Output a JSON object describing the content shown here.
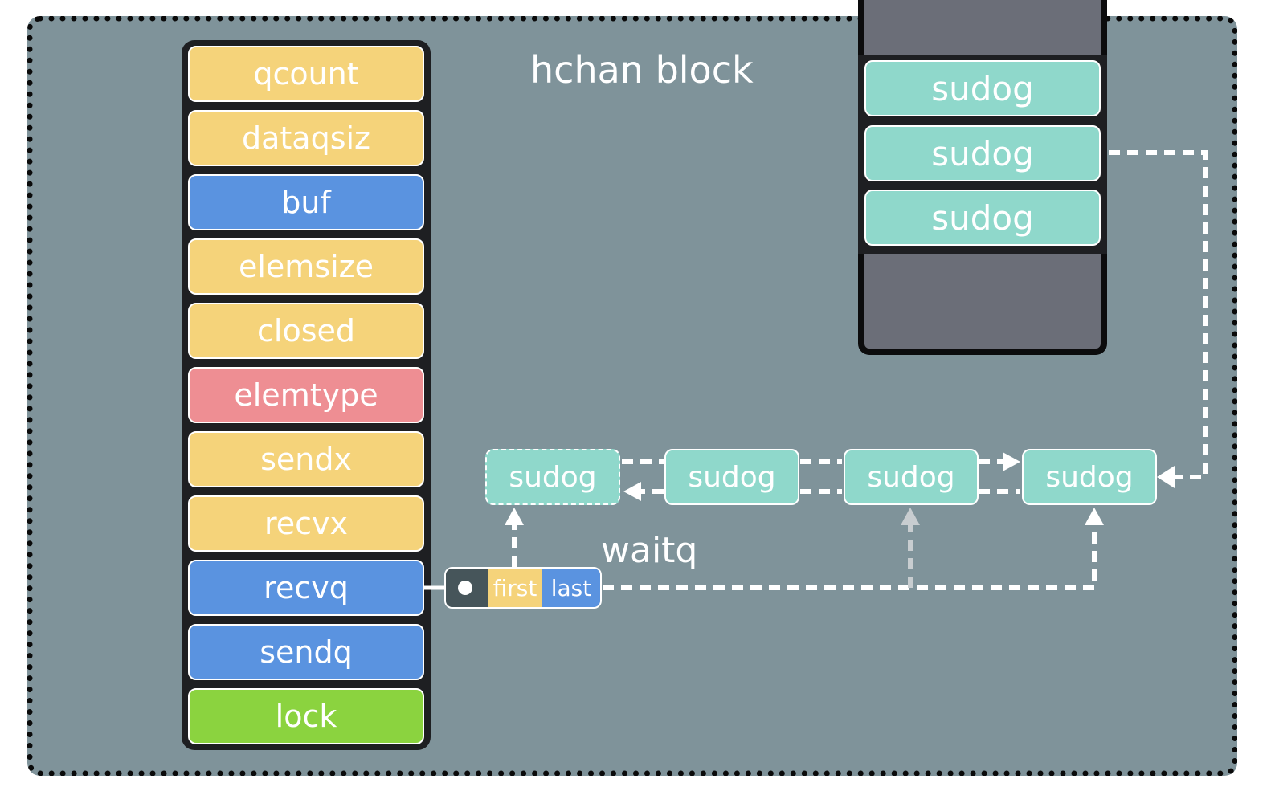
{
  "title": "hchan block",
  "fields": [
    {
      "label": "qcount",
      "color": "#f5d37a"
    },
    {
      "label": "dataqsiz",
      "color": "#f5d37a"
    },
    {
      "label": "buf",
      "color": "#5a93e0"
    },
    {
      "label": "elemsize",
      "color": "#f5d37a"
    },
    {
      "label": "closed",
      "color": "#f5d37a"
    },
    {
      "label": "elemtype",
      "color": "#ee8e93"
    },
    {
      "label": "sendx",
      "color": "#f5d37a"
    },
    {
      "label": "recvx",
      "color": "#f5d37a"
    },
    {
      "label": "recvq",
      "color": "#5a93e0"
    },
    {
      "label": "sendq",
      "color": "#5a93e0"
    },
    {
      "label": "lock",
      "color": "#8bd33f"
    }
  ],
  "stack": {
    "items": [
      "sudog",
      "sudog",
      "sudog"
    ]
  },
  "waitq": {
    "label": "waitq",
    "first": "first",
    "last": "last"
  },
  "queue": [
    "sudog",
    "sudog",
    "sudog",
    "sudog"
  ],
  "colors": {
    "background": "#7f939a",
    "sudog": "#8fd8cb",
    "stack": "#6b6e78",
    "yellow": "#f5d37a",
    "blue": "#5a93e0",
    "pink": "#ee8e93",
    "green": "#8bd33f"
  }
}
